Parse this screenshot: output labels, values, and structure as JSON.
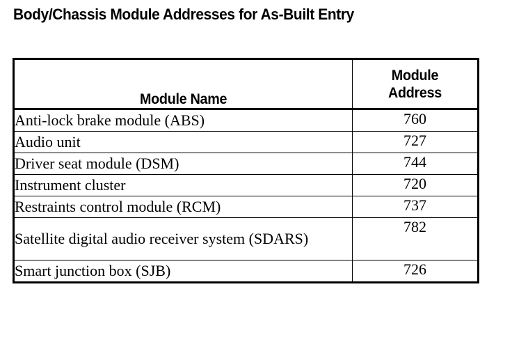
{
  "document": {
    "title": "Body/Chassis Module Addresses for As-Built Entry",
    "background_color": "#ffffff",
    "text_color": "#000000",
    "border_color": "#000000"
  },
  "table": {
    "columns": [
      {
        "key": "module_name",
        "header": "Module Name"
      },
      {
        "key": "module_address",
        "header_line1": "Module",
        "header_line2": "Address"
      }
    ],
    "rows": [
      {
        "module_name": "Anti-lock brake module (ABS)",
        "module_address": "760",
        "wrap": false
      },
      {
        "module_name": "Audio unit",
        "module_address": "727",
        "wrap": false
      },
      {
        "module_name": "Driver seat module (DSM)",
        "module_address": "744",
        "wrap": false
      },
      {
        "module_name": "Instrument cluster",
        "module_address": "720",
        "wrap": false
      },
      {
        "module_name": "Restraints control module (RCM)",
        "module_address": "737",
        "wrap": false
      },
      {
        "module_name": "Satellite digital audio receiver system (SDARS)",
        "module_address": "782",
        "wrap": true
      },
      {
        "module_name": "Smart junction box (SJB)",
        "module_address": "726",
        "wrap": false
      }
    ]
  }
}
